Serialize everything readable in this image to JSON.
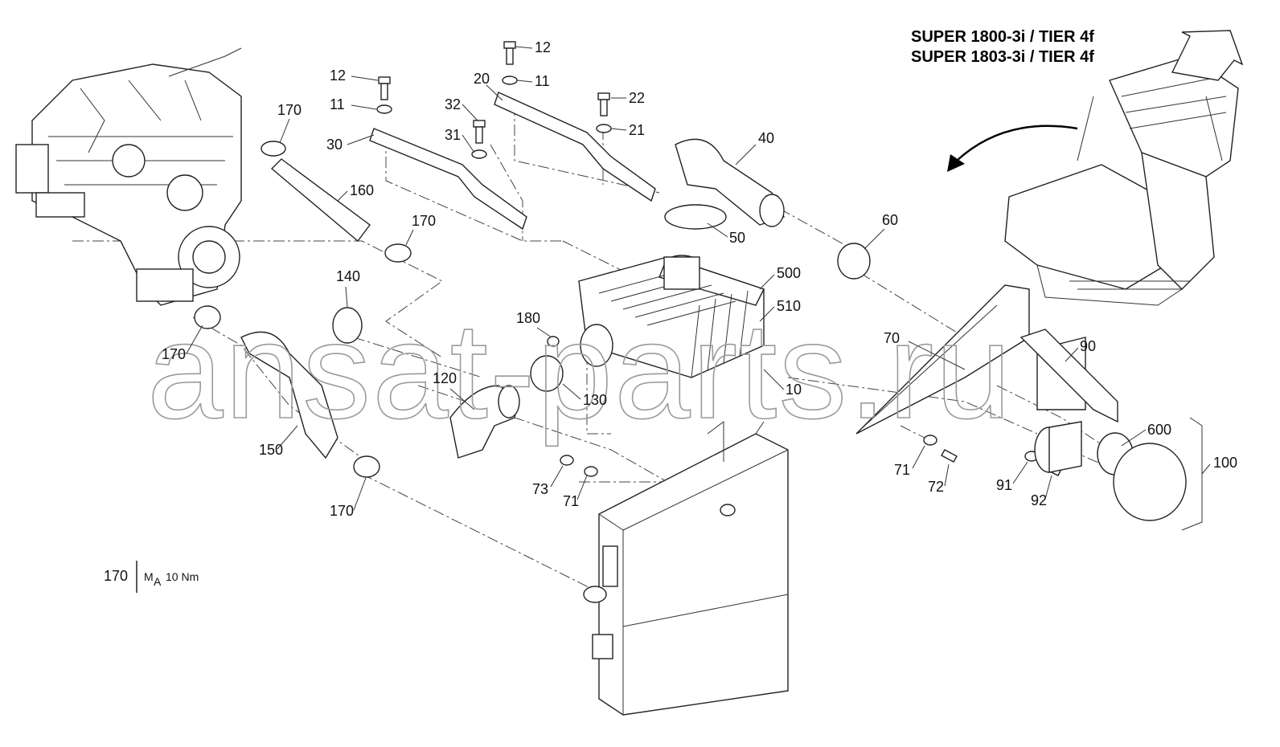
{
  "title_lines": [
    "SUPER 1800-3i / TIER 4f",
    "SUPER 1803-3i / TIER 4f"
  ],
  "watermark": "ansat-parts.ru",
  "torque_note": {
    "part": "170",
    "symbol": "M",
    "subscript": "A",
    "value": "10 Nm"
  },
  "callouts": [
    "12",
    "11",
    "30",
    "12",
    "20",
    "11",
    "32",
    "31",
    "22",
    "21",
    "170",
    "160",
    "170",
    "40",
    "50",
    "60",
    "140",
    "500",
    "510",
    "180",
    "170",
    "120",
    "130",
    "10",
    "70",
    "90",
    "150",
    "170",
    "73",
    "71",
    "71",
    "72",
    "91",
    "92",
    "600",
    "100"
  ]
}
